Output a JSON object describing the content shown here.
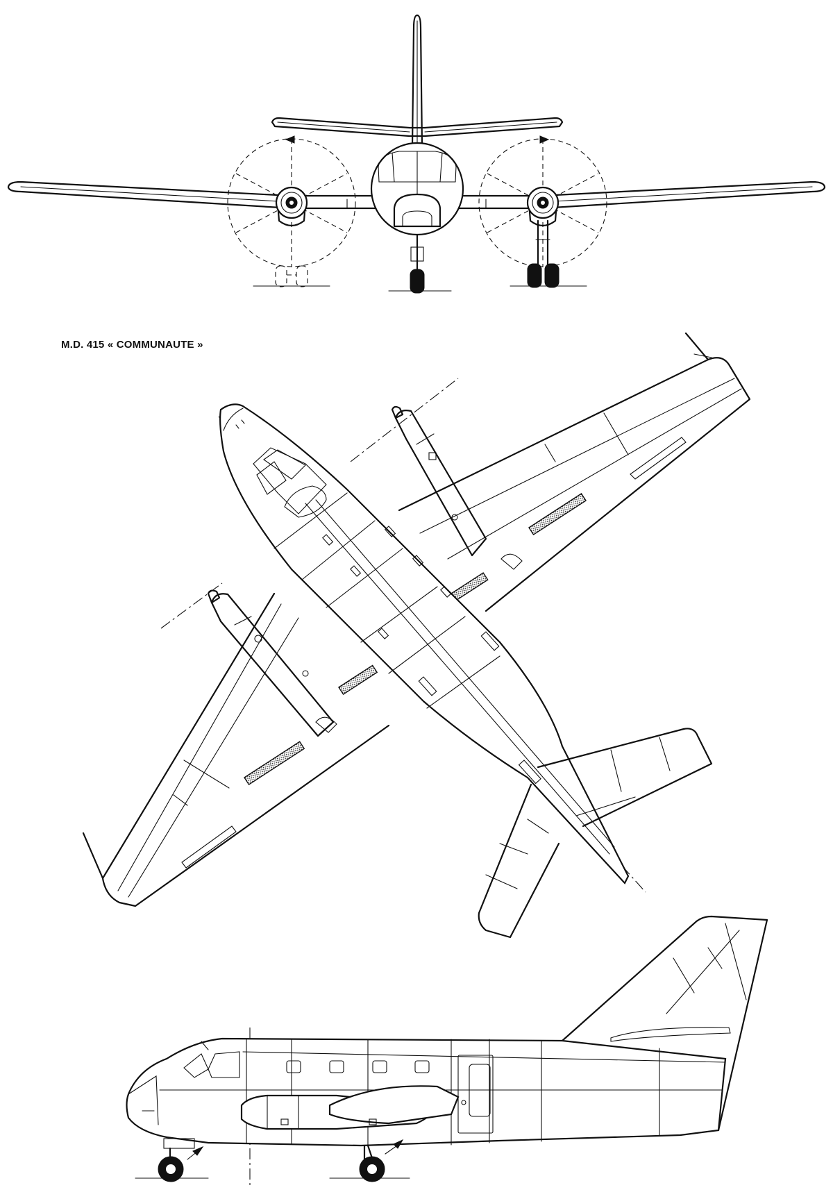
{
  "title": "M.D. 415 « COMMUNAUTE »",
  "views": [
    "front-view",
    "plan-view",
    "side-view"
  ]
}
